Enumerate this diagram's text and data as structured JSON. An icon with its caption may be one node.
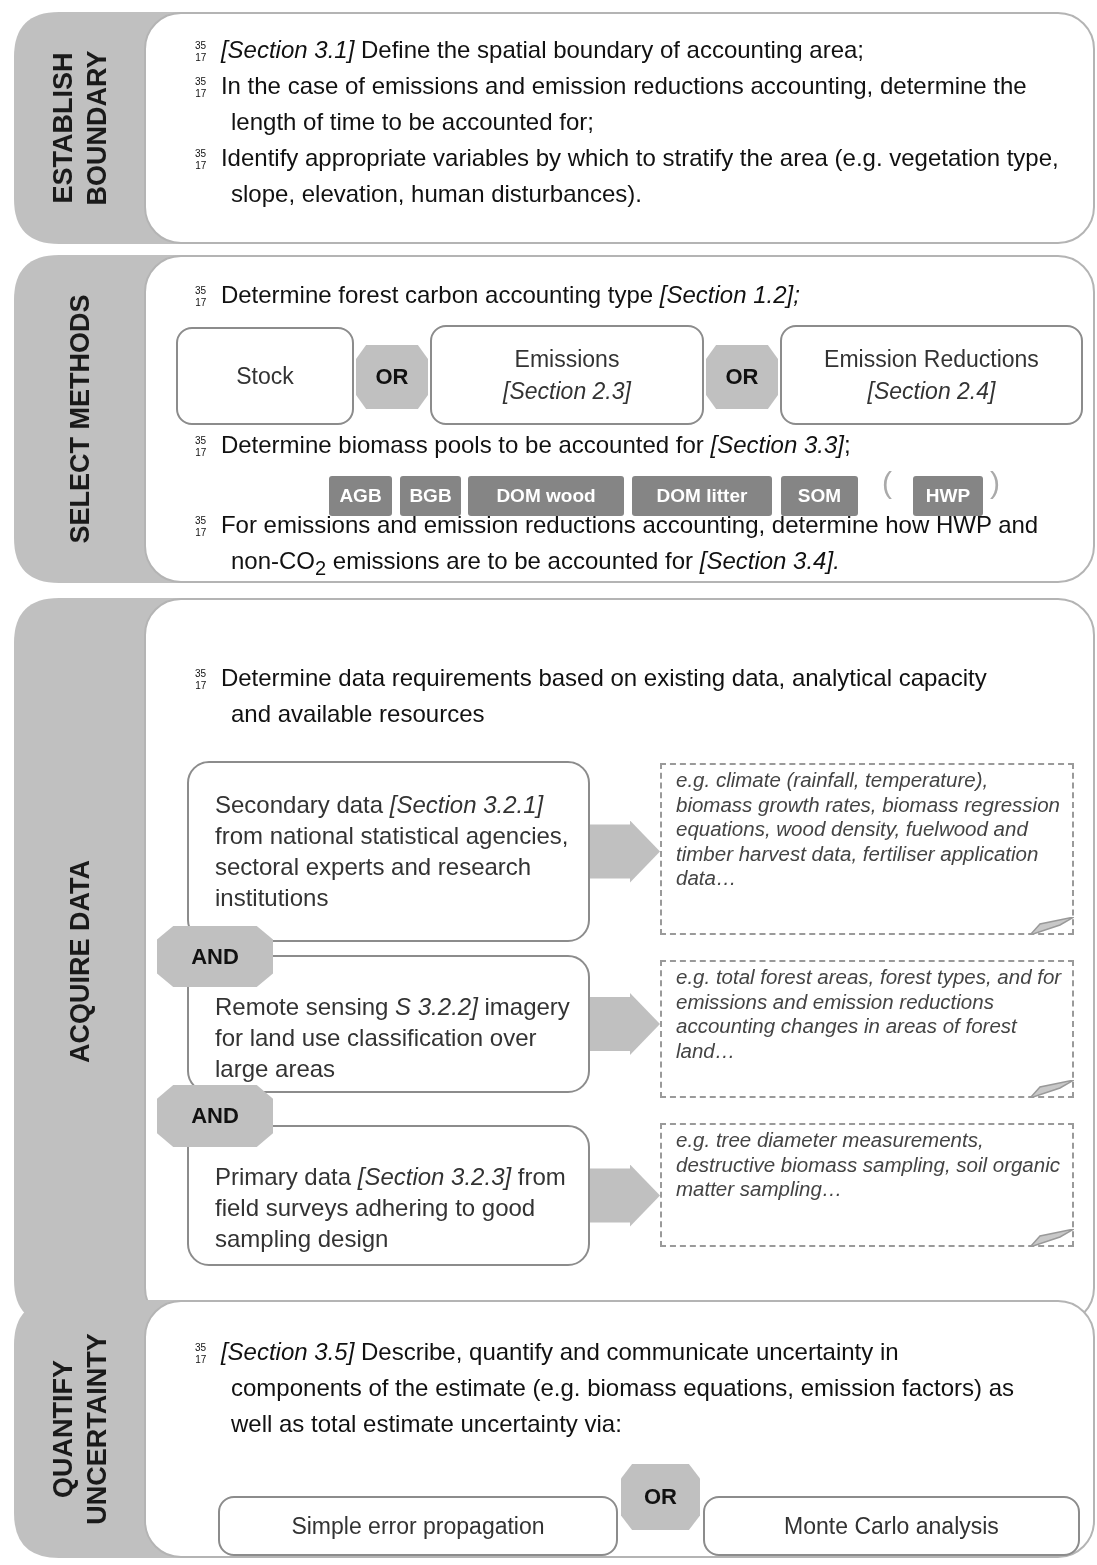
{
  "diagram": {
    "nodes": [
      {
        "text": [
          "ESTABLISH BOUNDARY",
          "$^{35}$$_{17}$ *[Section 3.1]* Define the spatial boundary of accounting area;",
          "$^{35}$$_{17}$ In the case of emissions and emission reductions accounting, determine the length of time to be accounted for;",
          "$^{35}$$_{17}$ Identify appropriate variables by which to stratify the area (e.g. vegetation type, slope, elevation, human disturbances)."
        ]
      },
      {
        "text": [
          "SELECT METHODS",
          "$^{35}$$_{17}$ Determine forest carbon accounting type *[Section 1.2];*",
          "$^{35}$$_{17}$ Determine biomass pools to be accounted for *[Section 3.3]*;",
          "$^{35}$$_{17}$ For emissions and emission reductions accounting, determine how HWP and non-CO$_{2}$ emissions are to be accounted for *[Section 3.4].*"
        ]
      },
      {
        "text": [
          "Stock"
        ],
        "in": 1
      },
      {
        "text": [
          "OR"
        ],
        "in": 1
      },
      {
        "text": [
          "Emissions",
          "[Section 2.3]"
        ],
        "in": 1
      },
      {
        "text": [
          "OR"
        ],
        "in": 1
      },
      {
        "text": [
          "Emission Reductions",
          "[Section 2.4]"
        ],
        "in": 1
      },
      {
        "text": [
          "AGB"
        ],
        "in": 1
      },
      {
        "text": [
          "BGB"
        ],
        "in": 1
      },
      {
        "text": [
          "DOM wood"
        ],
        "in": 1
      },
      {
        "text": [
          "DOM litter"
        ],
        "in": 1
      },
      {
        "text": [
          "SOM"
        ],
        "in": 1
      },
      {
        "text": [
          "HWP"
        ],
        "in": 1
      },
      {
        "text": [
          "ACQUIRE DATA",
          "$^{35}$$_{17}$ Determine data requirements based on existing data, analytical capacity and available resources"
        ]
      },
      {
        "text": [
          "Secondary data *[Section 3.2.1]* from national statistical agencies, sectoral experts and research institutions"
        ],
        "in": 13
      },
      {
        "text": [
          "e.g. climate (rainfall, temperature), biomass growth rates, biomass regression equations, wood density, fuelwood and timber harvest data, fertiliser application data…"
        ],
        "in": 13
      },
      {
        "text": [
          "AND"
        ],
        "in": 13
      },
      {
        "text": [
          "Remote sensing *S 3.2.2]* imagery for land use classification over large areas"
        ],
        "in": 13
      },
      {
        "text": [
          "e.g. total forest areas, forest types, and for emissions and emission reductions accounting changes in areas of forest land…"
        ],
        "in": 13
      },
      {
        "text": [
          "AND"
        ],
        "in": 13
      },
      {
        "text": [
          "Primary data *[Section 3.2.3]* from field surveys adhering to good sampling design"
        ],
        "in": 13
      },
      {
        "text": [
          "e.g. tree diameter measurements, destructive biomass sampling, soil organic matter sampling…"
        ],
        "in": 13
      },
      {
        "text": [
          "QUANTIFY UNCERTAINTY",
          "$^{35}$$_{17}$ *[Section 3.5]* Describe, quantify and communicate uncertainty in components of the estimate (e.g. biomass equations, emission factors) as well as total estimate uncertainty via:"
        ]
      },
      {
        "text": [
          "Simple error propagation"
        ],
        "in": 22
      },
      {
        "text": [
          "OR"
        ],
        "in": 22
      },
      {
        "text": [
          "Monte Carlo analysis"
        ],
        "in": 22
      }
    ],
    "edges": [
      {
        "from": 14,
        "to": 15,
        "arrow": "to"
      },
      {
        "from": 17,
        "to": 18,
        "arrow": "to"
      },
      {
        "from": 20,
        "to": 21,
        "arrow": "to"
      }
    ],
    "labels": [
      "(",
      ")"
    ]
  }
}
